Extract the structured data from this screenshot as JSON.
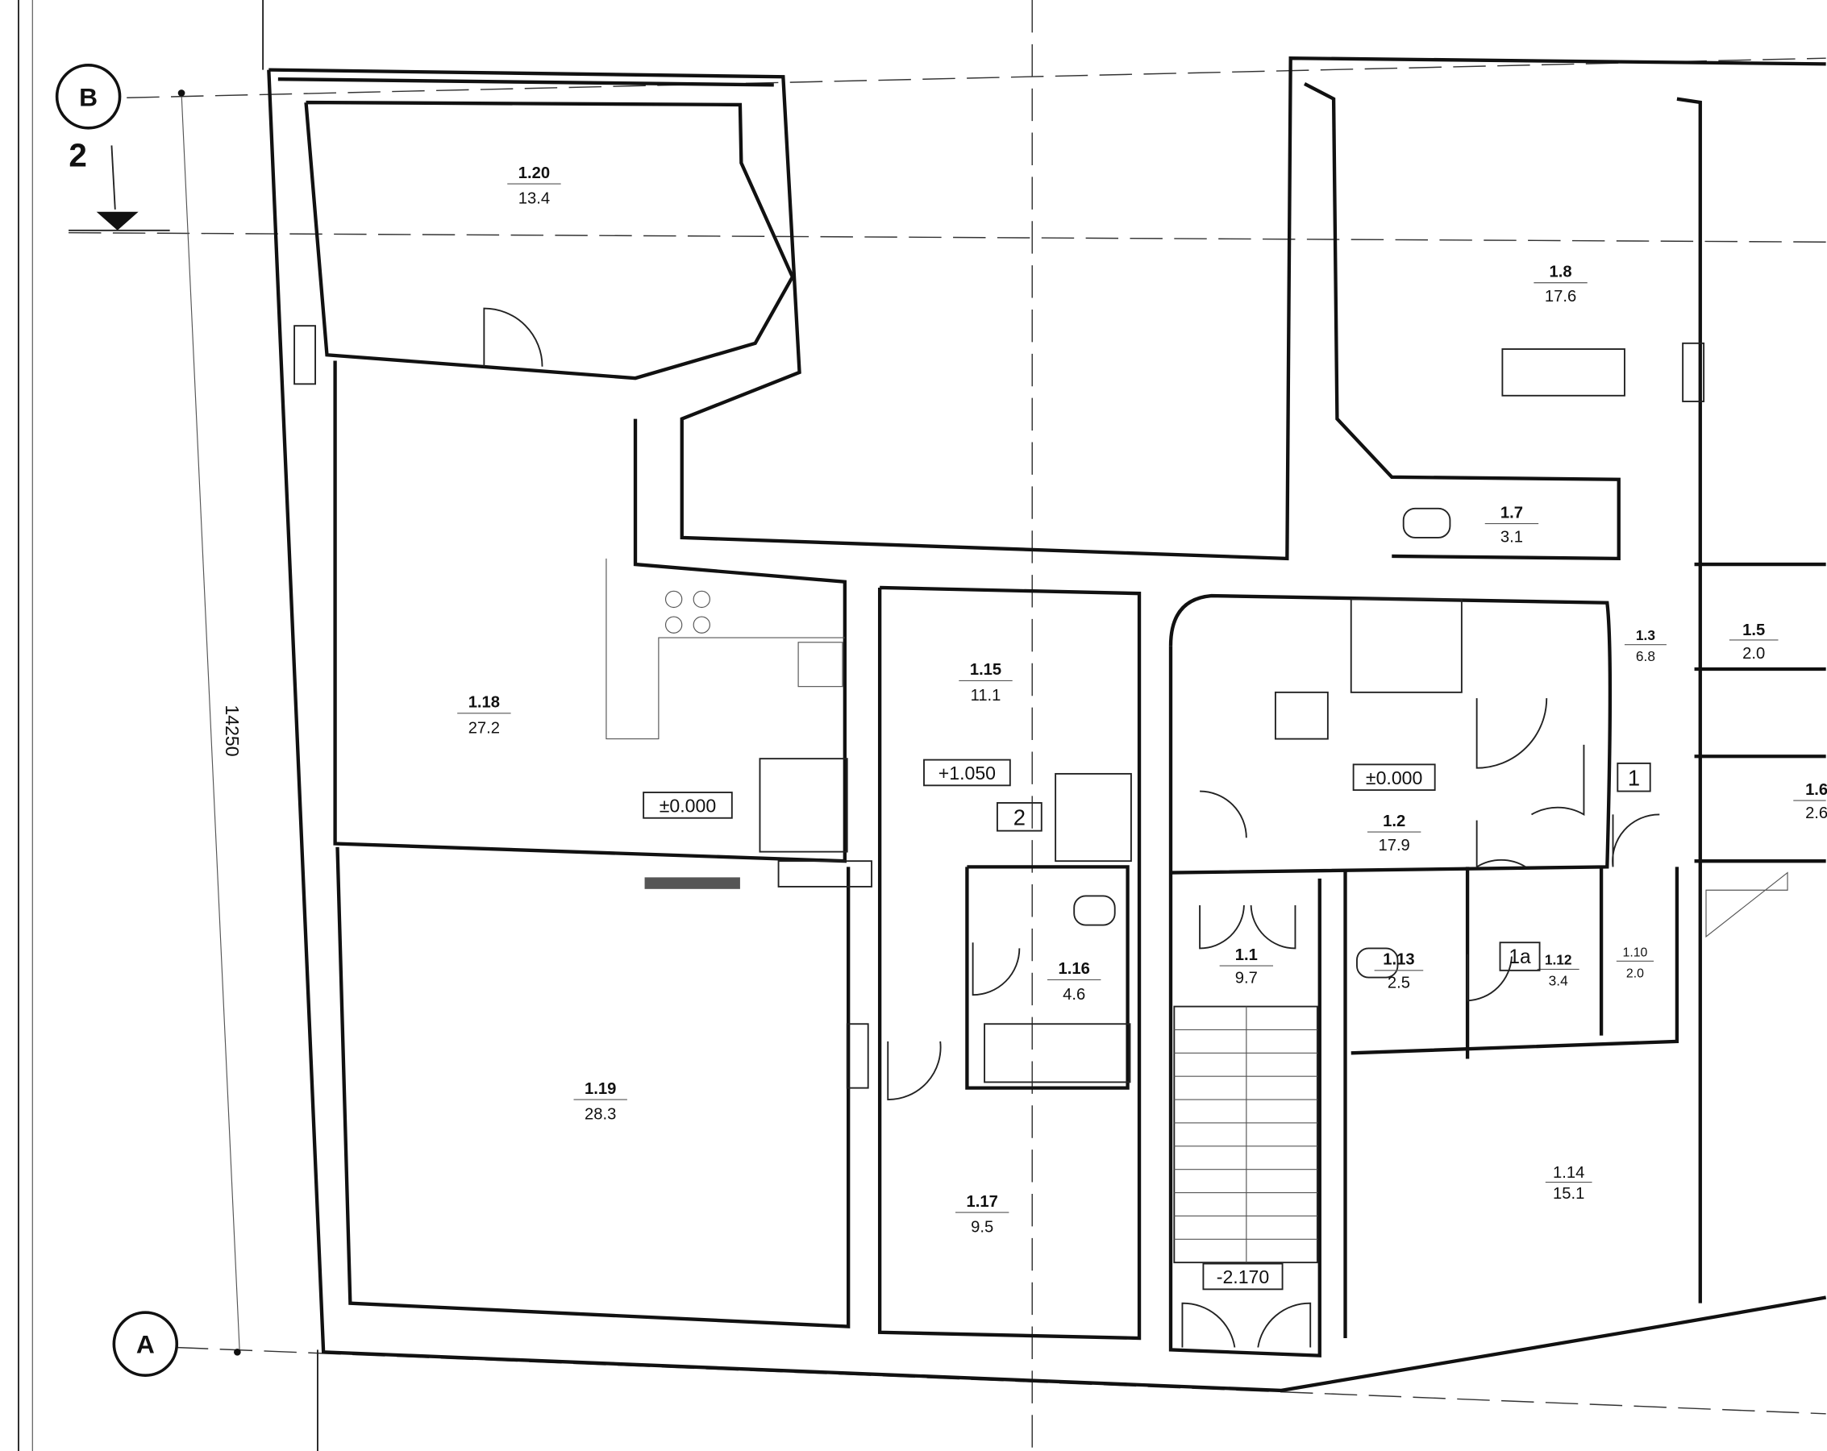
{
  "axes": {
    "top": "B",
    "bottom": "A"
  },
  "section_marker": "2",
  "dimension": "14250",
  "rooms": [
    {
      "id": "1.20",
      "area": "13.4"
    },
    {
      "id": "1.18",
      "area": "27.2"
    },
    {
      "id": "1.19",
      "area": "28.3"
    },
    {
      "id": "1.15",
      "area": "11.1"
    },
    {
      "id": "1.16",
      "area": "4.6"
    },
    {
      "id": "1.17",
      "area": "9.5"
    },
    {
      "id": "1.1",
      "area": "9.7"
    },
    {
      "id": "1.2",
      "area": "17.9"
    },
    {
      "id": "1.8",
      "area": "17.6"
    },
    {
      "id": "1.7",
      "area": "3.1"
    },
    {
      "id": "1.3",
      "area": "6.8"
    },
    {
      "id": "1.5",
      "area": "2.0"
    },
    {
      "id": "1.6",
      "area": "2.6"
    },
    {
      "id": "1.13",
      "area": "2.5"
    },
    {
      "id": "1.12",
      "area": "3.4"
    },
    {
      "id": "1.10",
      "area": "2.0"
    },
    {
      "id": "1.14",
      "area": "15.1"
    }
  ],
  "levels": [
    "±0.000",
    "+1.050",
    "±0.000",
    "-2.170"
  ],
  "tags": [
    "2",
    "1",
    "1a"
  ]
}
